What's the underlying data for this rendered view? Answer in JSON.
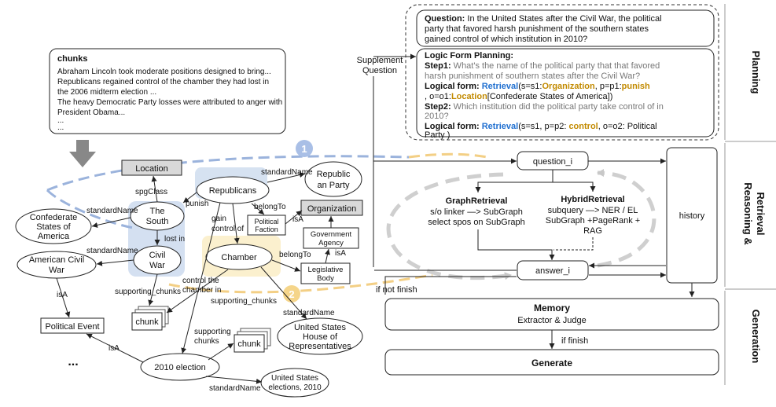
{
  "chunks": {
    "title": "chunks",
    "lines": [
      "Abraham Lincoln took moderate positions designed to bring...",
      "Republicans regained control of the chamber they had lost in",
      "the 2006 midterm election ...",
      "The heavy Democratic Party losses were attributed to anger with",
      "President Obama...",
      "...",
      "..."
    ]
  },
  "graph": {
    "nodes": {
      "location": "Location",
      "republicans": "Republicans",
      "republican_party_1": "Republic",
      "republican_party_2": "an Party",
      "organization": "Organization",
      "political_faction_1": "Political",
      "political_faction_2": "Faction",
      "government_agency_1": "Government",
      "government_agency_2": "Agency",
      "legislative_body_1": "Legislative",
      "legislative_body_2": "Body",
      "the_south_1": "The",
      "the_south_2": "South",
      "confederate_1": "Confederate",
      "confederate_2": "States of",
      "confederate_3": "America",
      "civil_war_1": "Civil",
      "civil_war_2": "War",
      "american_civil_war_1": "American Civil",
      "american_civil_war_2": "War",
      "chamber": "Chamber",
      "political_event": "Political Event",
      "chunk": "chunk",
      "house_1": "United States",
      "house_2": "House of",
      "house_3": "Representatives",
      "election": "2010 election",
      "elections_2010_1": "United States",
      "elections_2010_2": "elections, 2010",
      "ellipsis": "..."
    },
    "edges": {
      "spg_class": "spgClass",
      "standard_name": "standardName",
      "punish": "punish",
      "belong_to": "belongTo",
      "is_a": "isA",
      "lost_in": "lost in",
      "gain_control_1": "gain",
      "gain_control_2": "control of",
      "supporting_chunks": "supporting_chunks",
      "control_chamber_1": "control the",
      "control_chamber_2": "chamber in",
      "supporting_1": "supporting",
      "supporting_2": "chunks"
    },
    "markers": [
      "1",
      "2"
    ]
  },
  "planning": {
    "question_label": "Question:",
    "question_lines": [
      " In the United States after the Civil War, the political",
      "party that favored harsh punishment of the southern states",
      "gained control of which institution in 2010?"
    ],
    "logic_title": "Logic Form Planning:",
    "step1_label": "Step1:",
    "step1_lines": [
      " What's the name of the political party that that favored",
      "harsh punishment of southern states after the Civil War?"
    ],
    "lf_label": "Logical form:",
    "retrieval": "Retrieval",
    "lf1_a": "(s=s1:",
    "lf1_org": "Organization",
    "lf1_b": ", p=p1:",
    "lf1_punish": "punish",
    "lf1_c": ", o=o1:",
    "lf1_loc": "Location",
    "lf1_d": "[Confederate States of America])",
    "step2_label": "Step2:",
    "step2_lines": [
      " Which institution did the political party take control of in",
      "2010?"
    ],
    "lf2_a": "(s=s1, p=p2: ",
    "lf2_control": "control",
    "lf2_b": ", o=o2: Political",
    "lf2_c": "Party )"
  },
  "reasoning": {
    "supplement_1": "Supplement",
    "supplement_2": "Question",
    "question_i": "question_i",
    "answer_i": "answer_i",
    "history": "history",
    "graph_retrieval_title": "GraphRetrieval",
    "graph_retrieval_1": "s/o linker —> SubGraph",
    "graph_retrieval_2": "select spos on SubGraph",
    "hybrid_retrieval_title": "HybridRetrieval",
    "hybrid_retrieval_1": "subquery —> NER / EL",
    "hybrid_retrieval_2": "SubGraph +PageRank +",
    "hybrid_retrieval_3": "RAG",
    "if_not_finish": "if not finish"
  },
  "generation": {
    "memory_title": "Memory",
    "memory_sub": "Extractor & Judge",
    "if_finish": "if finish",
    "generate": "Generate"
  },
  "sections": {
    "planning": "Planning",
    "reasoning_1": "Reasoning &",
    "reasoning_2": "Retrieval",
    "generation": "Generation"
  }
}
